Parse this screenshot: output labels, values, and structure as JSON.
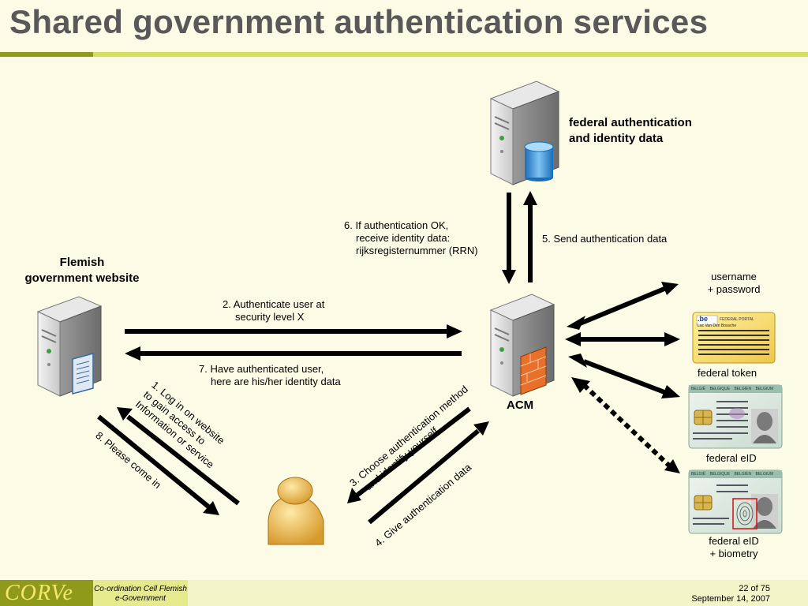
{
  "slide": {
    "title": "Shared government authentication services"
  },
  "nodes": {
    "federal_server": {
      "label_lines": [
        "federal authentication",
        "and identity data"
      ]
    },
    "flemish_site": {
      "label_lines": [
        "Flemish",
        "government website"
      ]
    },
    "acm": {
      "label": "ACM"
    },
    "methods": {
      "username": [
        "username",
        "+ password"
      ],
      "token": "federal token",
      "eid": "federal eID",
      "eid_bio": [
        "federal eID",
        "+ biometry"
      ]
    }
  },
  "steps": {
    "s1": [
      "1. Log in on website",
      "to gain access to",
      "Information or service"
    ],
    "s2": [
      "2. Authenticate user at",
      "security level  X"
    ],
    "s3": [
      "3. Choose authentication method",
      "and identify yourself"
    ],
    "s4": "4. Give authentication data",
    "s5": "5. Send authentication data",
    "s6": [
      "6. If authentication OK,",
      "receive identity data:",
      "rijksregisternummer (RRN)"
    ],
    "s7": [
      "7. Have authenticated user,",
      "here are his/her identity data"
    ],
    "s8": "8. Please come in"
  },
  "cards": {
    "token_badge": ".be",
    "token_header": "FEDERAL PORTAL",
    "token_name": "Luc Van Den Bossche",
    "eid_header": [
      "BELGIË",
      "BELGIQUE",
      "BELGIEN",
      "BELGIUM"
    ]
  },
  "footer": {
    "logo": "CORVe",
    "org_lines": [
      "Co-ordination Cell Flemish",
      "e-Government"
    ],
    "page": "22 of 75",
    "date": "September 14, 2007"
  },
  "colors": {
    "title": "#595959",
    "accent_dark": "#8f9a1a",
    "accent_light": "#d6de5e",
    "background": "#fcfbe6"
  }
}
